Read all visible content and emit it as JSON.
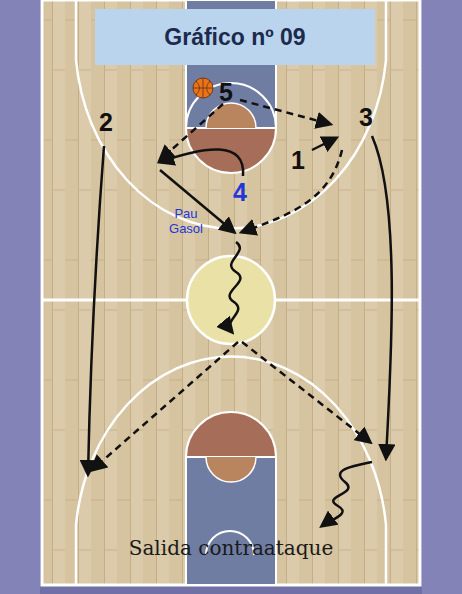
{
  "diagram": {
    "title": "Gráfico nº 09",
    "caption": "Salida contraataque",
    "labels": [
      "5",
      "2",
      "3",
      "1",
      "4",
      "Pau Gasol"
    ]
  }
}
